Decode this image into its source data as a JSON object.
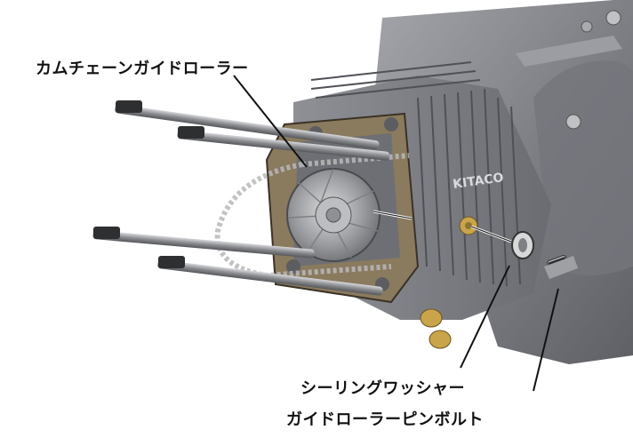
{
  "labels": {
    "cam_chain_guide_roller": "カムチェーンガイドローラー",
    "sealing_washer": "シーリングワッシャー",
    "guide_roller_pin_bolt": "ガイドローラーピンボルト"
  },
  "brand_marking": "KITACO",
  "colors": {
    "metal_dark": "#6f7176",
    "metal_mid": "#8e9096",
    "metal_light": "#c9cacd",
    "gasket": "#8a7a5e",
    "brass": "#c9a44a",
    "leader": "#111111"
  }
}
